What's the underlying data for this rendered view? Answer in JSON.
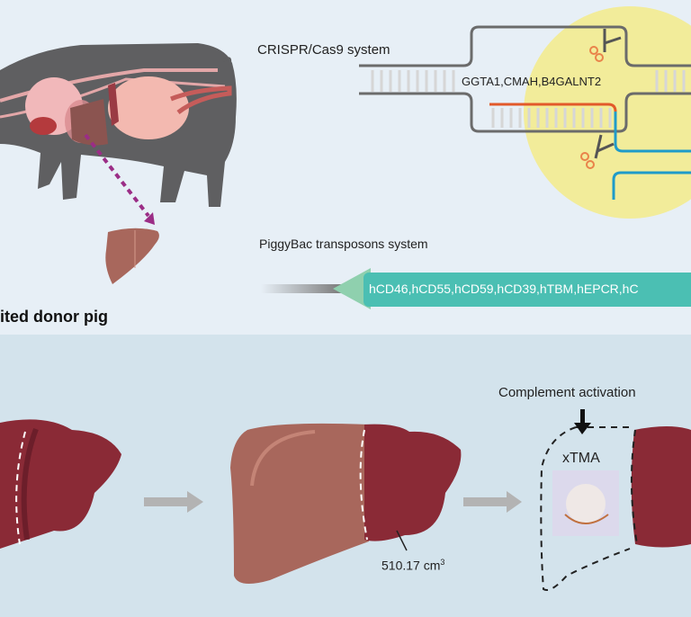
{
  "top_panel": {
    "title": "ited donor pig",
    "crispr": {
      "label": "CRISPR/Cas9 system",
      "genes": "GGTA1,CMAH,B4GALNT2"
    },
    "piggybac": {
      "label": "PiggyBac transposons system",
      "genes": "hCD46,hCD55,hCD59,hCD39,hTBM,hEPCR,hC"
    }
  },
  "bottom_panel": {
    "volume_label": "510.17 cm",
    "volume_unit_sup": "3",
    "complement_label": "Complement activation",
    "xtma_label": "xTMA"
  },
  "colors": {
    "pig": "#5f5f61",
    "liver_healthy": "#a8675c",
    "liver_diseased": "#8a2a36",
    "highlight_circle": "#f2ec9a",
    "dna_strand": "#6b6b6b",
    "rna_orange": "#e2592a",
    "dna_blue": "#1f9bc9",
    "scissors": "#e9834a",
    "transgene_box": "#4bbfb3",
    "arrow_green": "#8fd0ae",
    "purple_arrow": "#9b2d86"
  }
}
